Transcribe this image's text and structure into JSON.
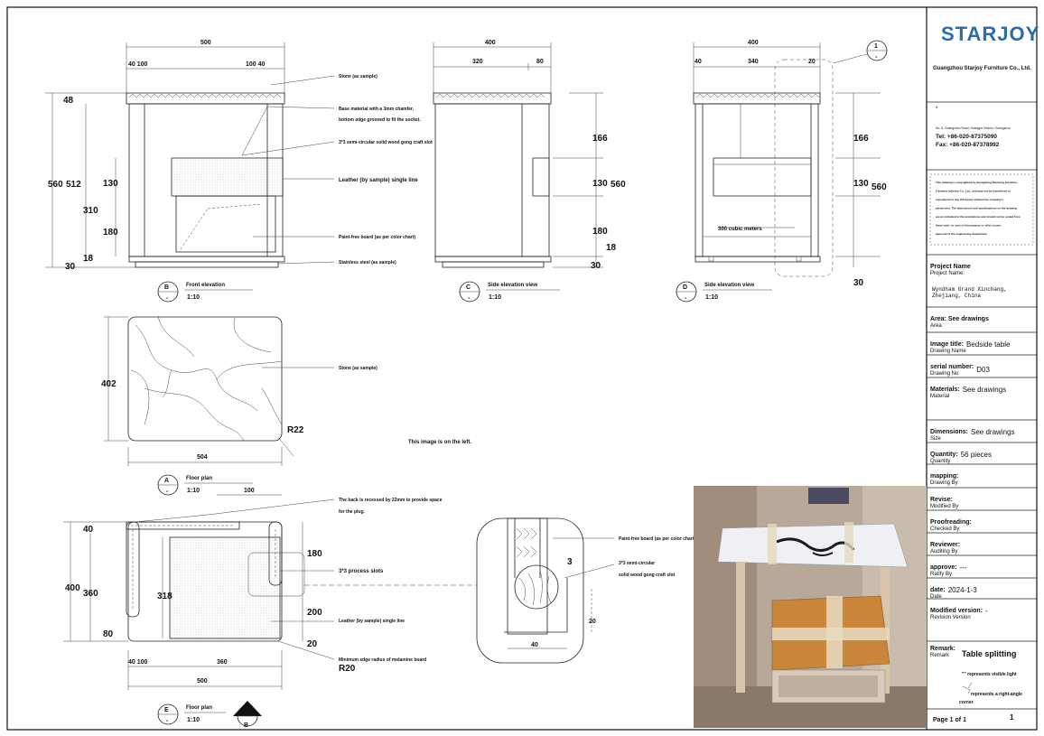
{
  "colors": {
    "brand": "#2e6ca8",
    "line": "#222222",
    "leather": "#c9853a"
  },
  "front": {
    "dims_top": [
      "500",
      "40 100",
      "100 40"
    ],
    "dims_left": [
      "48",
      "560",
      "512",
      "310",
      "130",
      "180",
      "18",
      "30"
    ],
    "notes": [
      "Stone (as sample)",
      "Base material with a 3mm chamfer,",
      "bottom edge grooved to fit the socket.",
      "3*3 semi-circular solid wood gong craft slot",
      "Leather (by sample) single line",
      "Paint-free board (as per color chart)",
      "Stainless steel (as sample)"
    ],
    "bubble_letter": "B",
    "bubble_sub": "-",
    "title": "Front elevation",
    "scale": "1:10"
  },
  "side_c": {
    "dims_top": [
      "400",
      "320",
      "80"
    ],
    "dims_right": [
      "166",
      "130",
      "560",
      "180",
      "18",
      "30"
    ],
    "bubble_letter": "C",
    "bubble_sub": "-",
    "title": "Side elevation view",
    "scale": "1:10"
  },
  "side_d": {
    "dims_top": [
      "400",
      "40",
      "340",
      "20"
    ],
    "dims_right": [
      "166",
      "130",
      "560",
      "30"
    ],
    "inner_label": "300 cubic meters",
    "detail_num": "1",
    "detail_sub": "-",
    "bubble_letter": "D",
    "bubble_sub": "-",
    "title": "Side elevation view",
    "scale": "1:10"
  },
  "plan_a": {
    "dim_left": "402",
    "dim_bottom": "504",
    "radius": "R22",
    "note": "Stone (as sample)",
    "center_note": "This image is on the left.",
    "bubble_letter": "A",
    "bubble_sub": "-",
    "title": "Floor plan",
    "scale": "1:10"
  },
  "plan_e": {
    "dims": [
      "100",
      "40",
      "400",
      "360",
      "318",
      "80",
      "180",
      "200",
      "20",
      "40 100",
      "360",
      "500"
    ],
    "notes": [
      "The back is recessed by 22mm to provide space",
      "for the plug.",
      "3*3 process slots",
      "Leather (by sample) single line",
      "Minimum edge radius of melamine board",
      "R20"
    ],
    "bubble_letter": "E",
    "bubble_sub": "-",
    "title": "Floor plan",
    "scale": "1:10",
    "section_letter": "B"
  },
  "detail": {
    "notes": [
      "Paint-free board (as per color chart)",
      "3*3 semi-circular",
      "solid wood gong craft slot"
    ],
    "dims": [
      "3",
      "20",
      "40"
    ]
  },
  "titleblock": {
    "logo": "STARJOY",
    "company": "Guangzhou Starjoy Furniture Co., Ltd.",
    "address_star": "*",
    "address": "No. 8, Guangzhou Road, Huangpu District, Guangzhou",
    "tel": "Tel: +86-020-87375090",
    "fax": "Fax: +86-020-87378992",
    "copyright": [
      "This drawing is copyrighted by Guangdong Zhizhong Furniture",
      "Furniture Industry Co., Ltd., and may not be transferred or",
      "reproduced to any third party without the company's",
      "permission. The dimensions and specifications on the drawing",
      "are as indicated in the annotations and should not be scaled from",
      "these units. In case of discrepancy or other issues,",
      "approval of the engineering department."
    ],
    "fields": [
      {
        "label": "Project Name",
        "sub": "Project Name:",
        "value": "Wyndham Grand Xinchang, Zhejiang, China"
      },
      {
        "label": "Area: See drawings",
        "sub": "Area",
        "value": ""
      },
      {
        "label": "Image title:",
        "sub": "Drawing Name",
        "value": "Bedside table"
      },
      {
        "label": "serial number:",
        "sub": "Drawing No",
        "value": "D03"
      },
      {
        "label": "Materials:",
        "sub": "Material",
        "value": "See drawings"
      },
      {
        "label": "Dimensions:",
        "sub": "Size",
        "value": "See drawings"
      },
      {
        "label": "Quantity:",
        "sub": "Quantity",
        "value": "56 pieces"
      },
      {
        "label": "mapping:",
        "sub": "Drawing By",
        "value": ""
      },
      {
        "label": "Revise:",
        "sub": "Modified By",
        "value": ""
      },
      {
        "label": "Proofreading:",
        "sub": "Checked By",
        "value": ""
      },
      {
        "label": "Reviewer:",
        "sub": "Auditing By",
        "value": ""
      },
      {
        "label": "approve:",
        "sub": "Ratify By",
        "value": "---"
      },
      {
        "label": "date:",
        "sub": "Date",
        "value": "2024-1-3"
      },
      {
        "label": "Modified version:",
        "sub": "Revision Version",
        "value": "-"
      }
    ],
    "remark_label": "Remark:",
    "remark_sub": "Remark",
    "remark_value": "Table splitting",
    "legend_1": "\"\" represents visible light",
    "legend_2": "represents a right-angle",
    "legend_3": "corner",
    "page": "Page 1  of  1",
    "page_num": "1"
  }
}
